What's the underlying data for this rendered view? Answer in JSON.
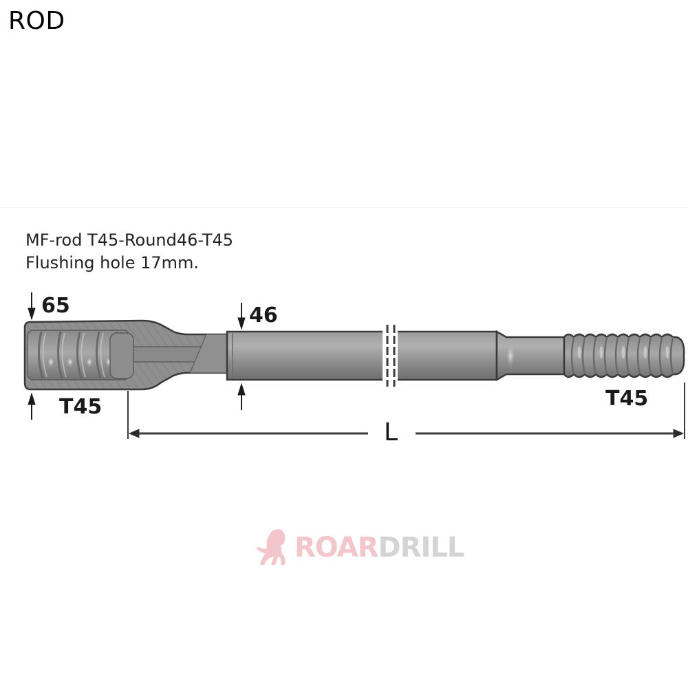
{
  "page": {
    "title": "ROD"
  },
  "description": {
    "line1": "MF-rod  T45-Round46-T45",
    "line2": "Flushing hole 17mm."
  },
  "dimensions": {
    "coupling_diameter": "65",
    "rod_diameter": "46",
    "left_thread": "T45",
    "right_thread": "T45",
    "length_label": "L"
  },
  "watermark": {
    "brand_part1": "ROAR",
    "brand_part2": "DRILL",
    "icon": "lion-icon"
  },
  "colors": {
    "steel_body": "#8a8a8a",
    "steel_highlight": "#b5b5b5",
    "outline": "#3a3a3a",
    "watermark_red": "#f2c6cb",
    "watermark_gray": "#d4d4d4"
  }
}
